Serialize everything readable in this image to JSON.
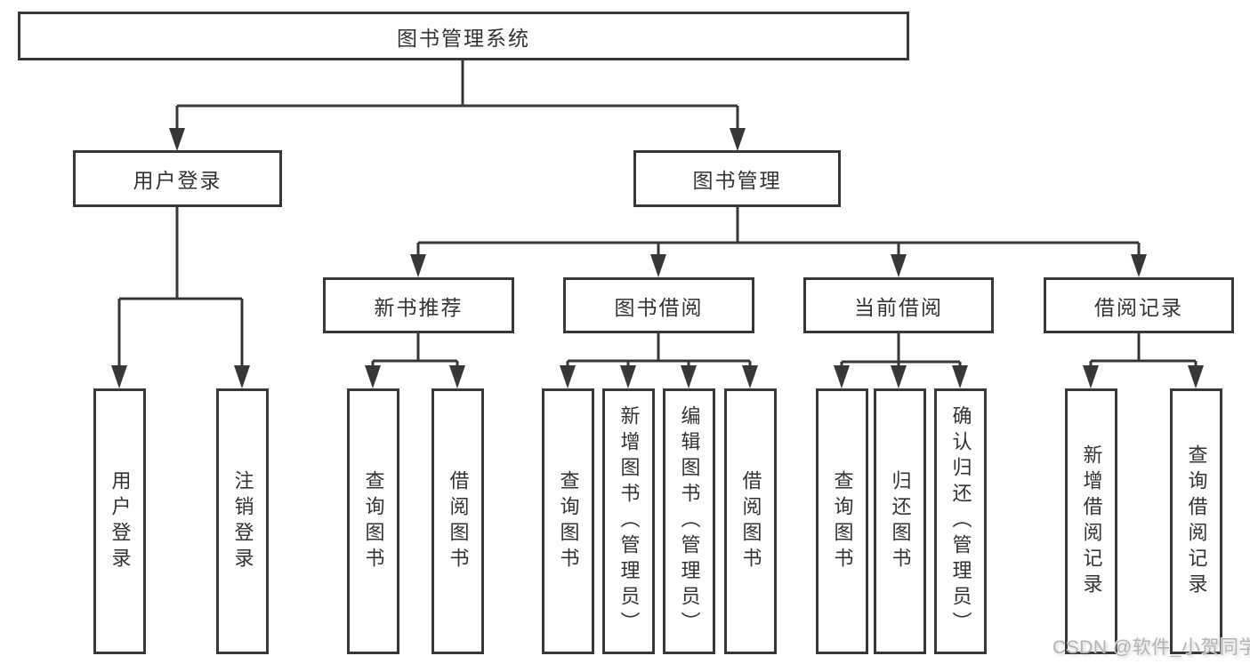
{
  "colors": {
    "line": "#373737",
    "box_border": "#373737",
    "box_background": "#ffffff",
    "text": "#333333",
    "watermark_text": "#b3b3b3",
    "page_background": "#ffffff"
  },
  "watermark": {
    "text": "CSDN @软件_小贺同学"
  },
  "tree": {
    "root": {
      "label": "图书管理系统"
    },
    "branches": [
      {
        "label": "用户登录",
        "children": [
          {
            "label": "用户登录"
          },
          {
            "label": "注销登录"
          }
        ]
      },
      {
        "label": "图书管理",
        "children": [
          {
            "label": "新书推荐",
            "children": [
              {
                "label": "查询图书"
              },
              {
                "label": "借阅图书"
              }
            ]
          },
          {
            "label": "图书借阅",
            "children": [
              {
                "label": "查询图书"
              },
              {
                "label": "新增图书（管理员）"
              },
              {
                "label": "编辑图书（管理员）"
              },
              {
                "label": "借阅图书"
              }
            ]
          },
          {
            "label": "当前借阅",
            "children": [
              {
                "label": "查询图书"
              },
              {
                "label": "归还图书"
              },
              {
                "label": "确认归还（管理员）"
              }
            ]
          },
          {
            "label": "借阅记录",
            "children": [
              {
                "label": "新增借阅记录"
              },
              {
                "label": "查询借阅记录"
              }
            ]
          }
        ]
      }
    ]
  }
}
